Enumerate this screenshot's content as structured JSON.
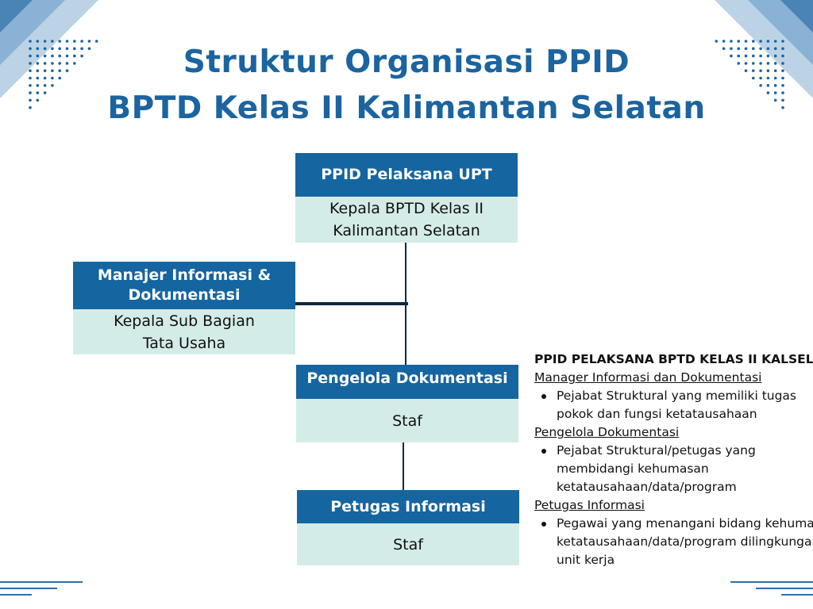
{
  "title": {
    "line1": "Struktur Organisasi PPID",
    "line2": "BPTD Kelas II Kalimantan Selatan"
  },
  "boxes": [
    {
      "header": "PPID Pelaksana UPT",
      "body": [
        "Kepala BPTD Kelas II",
        "Kalimantan Selatan"
      ]
    },
    {
      "header": "Manajer Informasi & Dokumentasi",
      "body": [
        "Kepala Sub Bagian",
        "Tata Usaha"
      ]
    },
    {
      "header": "Pengelola Dokumentasi",
      "body": [
        "Staf"
      ]
    },
    {
      "header": "Petugas Informasi",
      "body": [
        "Staf"
      ]
    }
  ],
  "notes": {
    "heading": "PPID PELAKSANA BPTD KELAS II KALSEL",
    "sections": [
      {
        "title": "Manager Informasi dan Dokumentasi",
        "bullet": "Pejabat Struktural yang memiliki tugas pokok dan fungsi ketatausahaan"
      },
      {
        "title": "Pengelola Dokumentasi",
        "bullet": "Pejabat Struktural/petugas yang membidangi kehumasan ketatausahaan/data/program"
      },
      {
        "title": "Petugas Informasi",
        "bullet": "Pegawai yang menangani bidang kehumasan/ ketatausahaan/data/program dilingkungan unit kerja"
      }
    ]
  },
  "colors": {
    "header": "#1565a0",
    "body": "#d4ece8",
    "title": "#1b64a0"
  }
}
